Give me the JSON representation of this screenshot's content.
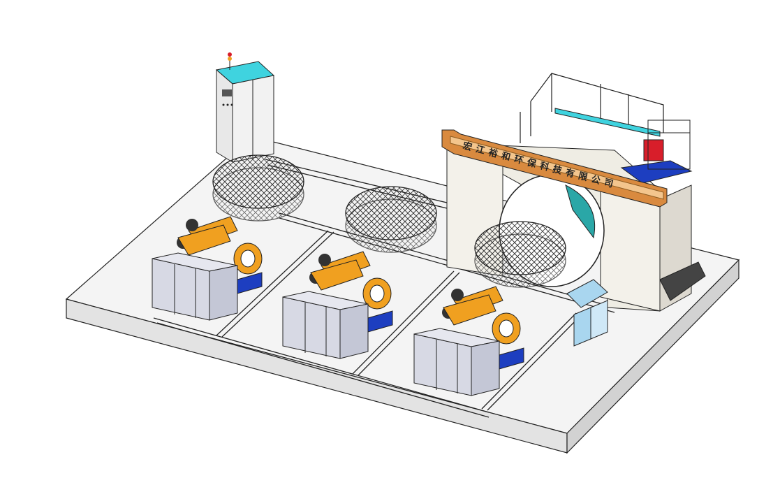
{
  "banner": {
    "company_name": "宏江裕和环保科技有限公司"
  },
  "stations": [
    {
      "id": "station-1"
    },
    {
      "id": "station-2"
    },
    {
      "id": "station-3"
    }
  ],
  "colors": {
    "floor": "#f4f4f4",
    "cabinet_top": "#3fd3df",
    "cabinet_body": "#f2f2f2",
    "banner": "#d98a3f",
    "burner_orange": "#f0a020",
    "tank": "#d7d9e4",
    "oven_wall": "#f3f1ea",
    "door_teal": "#2aa7a7",
    "blue_platform": "#1d3ec0",
    "red_motor": "#d81e2a",
    "console_blue": "#a9d6ef"
  }
}
